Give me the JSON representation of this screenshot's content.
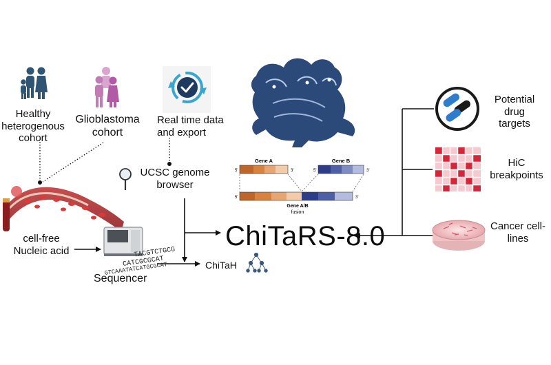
{
  "title": "ChiTaRS-8.0",
  "inputs": {
    "healthy": [
      "Healthy",
      "heterogenous",
      "cohort"
    ],
    "glioblastoma": [
      "Glioblastoma",
      "cohort"
    ],
    "realtime": [
      "Real time data",
      "and export"
    ],
    "ucsc": [
      "UCSC genome",
      "browser"
    ],
    "cellfree": [
      "cell-free",
      "Nucleic acid"
    ],
    "sequencer": "Sequencer",
    "chitah": "ChiTaH"
  },
  "outputs": {
    "drug": [
      "Potential",
      "drug",
      "targets"
    ],
    "hic": [
      "HiC",
      "breakpoints"
    ],
    "cancer": [
      "Cancer cell-",
      "lines"
    ]
  },
  "fusion": {
    "gene_a": "Gene A",
    "gene_b": "Gene B",
    "fusion_label": [
      "Gene A/B",
      "fusion"
    ],
    "end_5": "5'",
    "end_3": "3'"
  },
  "dna_text": [
    "GTCAAATATCATGCGCAT",
    "TACGTCTGCG",
    "CATCGCGCAT"
  ],
  "colors": {
    "gene_a": "#c0652a",
    "gene_b": "#2d3d8a",
    "family_blue": "#2f5572",
    "family_pink": "#c17bb5",
    "clock": "#1e3a5f",
    "clock_arrows": "#3aa6d0",
    "hic_red": "#d6263a",
    "petri": "#f0c8c8",
    "chimera_blue": "#2b4a7a"
  },
  "icons": [
    "family-icon",
    "family-pink-icon",
    "clock-check-icon",
    "magnifier-icon",
    "blood-vessel-icon",
    "sequencer-icon",
    "chimera-icon",
    "gene-fusion-icon",
    "network-icon",
    "drug-target-icon",
    "hic-heatmap-icon",
    "petri-dish-icon"
  ]
}
